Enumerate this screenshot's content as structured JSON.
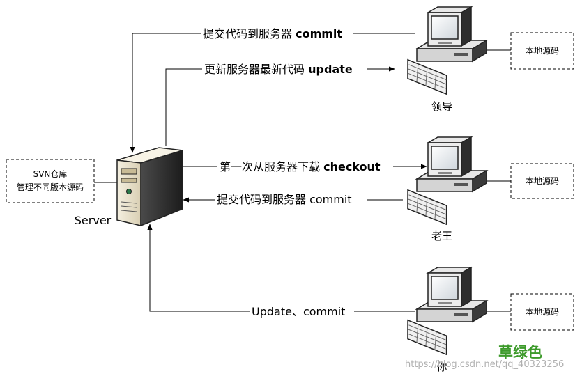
{
  "server": {
    "label": "Server",
    "repo_line1": "SVN仓库",
    "repo_line2": "管理不同版本源码"
  },
  "users": [
    {
      "name": "领导",
      "local_box": "本地源码"
    },
    {
      "name": "老王",
      "local_box": "本地源码"
    },
    {
      "name": "你",
      "local_box": "本地源码"
    }
  ],
  "arrows": {
    "leader_commit": {
      "text": "提交代码到服务器 ",
      "cmd": "commit"
    },
    "leader_update": {
      "text": "更新服务器最新代码 ",
      "cmd": "update"
    },
    "wang_checkout": {
      "text": "第一次从服务器下载 ",
      "cmd": "checkout"
    },
    "wang_commit": {
      "text": "提交代码到服务器 commit"
    },
    "you_update_commit": {
      "text": "Update、commit"
    }
  },
  "brand": {
    "text": "草绿色",
    "color": "#3c9a2a"
  },
  "watermark": {
    "text": "https://blog.csdn.net/qq_40323256"
  }
}
